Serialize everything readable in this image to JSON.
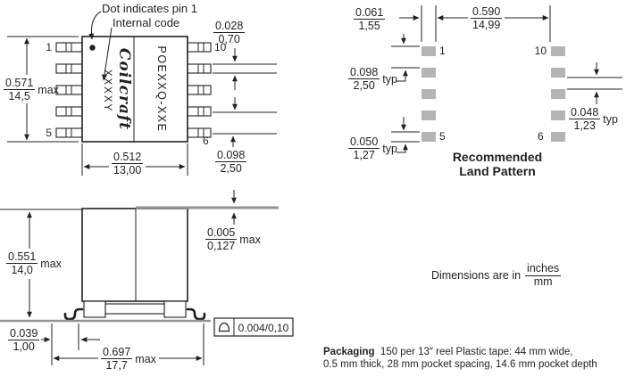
{
  "top_view": {
    "callouts": {
      "dot": "Dot indicates pin 1",
      "internal_code": "Internal code"
    },
    "pins": {
      "p1": "1",
      "p5": "5",
      "p10": "10",
      "p6": "6"
    },
    "marking": {
      "internal_code": "XXXXY",
      "logo": "Coilcraft",
      "part_number": "POEXXQ-XXE"
    },
    "dims": {
      "body_height": {
        "in": "0.571",
        "mm": "14,5",
        "suffix": "max"
      },
      "body_width": {
        "in": "0.512",
        "mm": "13,00"
      },
      "lead_width": {
        "in": "0.028",
        "mm": "0,70"
      },
      "lead_pitch": {
        "in": "0.098",
        "mm": "2,50"
      }
    }
  },
  "side_view": {
    "dims": {
      "height": {
        "in": "0.551",
        "mm": "14,0",
        "suffix": "max"
      },
      "step": {
        "in": "0.005",
        "mm": "0,127",
        "suffix": "max"
      },
      "foot_length": {
        "in": "0.039",
        "mm": "1,00"
      },
      "overall_width": {
        "in": "0.697",
        "mm": "17,7",
        "suffix": "max"
      },
      "coplanarity": "0.004/0,10"
    }
  },
  "land_pattern": {
    "title": {
      "line1": "Recommended",
      "line2": "Land Pattern"
    },
    "pads": {
      "p1": "1",
      "p5": "5",
      "p10": "10",
      "p6": "6"
    },
    "dims": {
      "pad_width": {
        "in": "0.061",
        "mm": "1,55"
      },
      "column_gap": {
        "in": "0.590",
        "mm": "14,99"
      },
      "pad_pitch": {
        "in": "0.098",
        "mm": "2,50",
        "suffix": "typ"
      },
      "pad_height": {
        "in": "0.050",
        "mm": "1,27",
        "suffix": "typ"
      },
      "pad_gap": {
        "in": "0.048",
        "mm": "1,23",
        "suffix": "typ"
      }
    }
  },
  "notes": {
    "units": {
      "prefix": "Dimensions are in",
      "numerator": "inches",
      "denominator": "mm"
    },
    "packaging": {
      "label": "Packaging",
      "line1": "150 per 13″ reel  Plastic tape:  44 mm wide,",
      "line2": "0.5 mm thick, 28 mm pocket spacing, 14.6 mm pocket depth"
    }
  },
  "colors": {
    "ink": "#231f20",
    "pad_gray": "#b2b4b6",
    "line_gray": "#919396"
  }
}
